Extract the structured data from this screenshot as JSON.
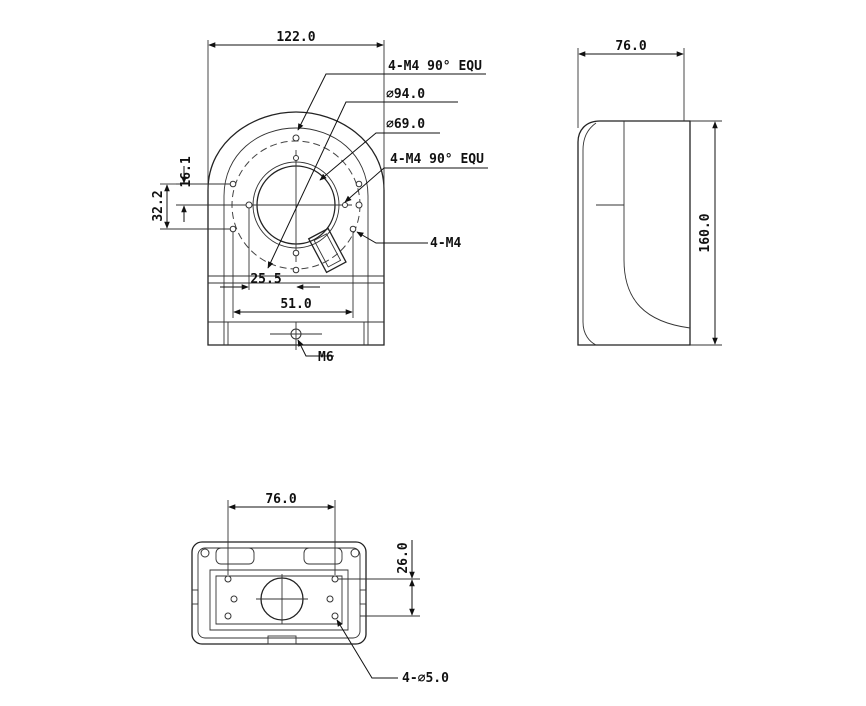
{
  "front_view": {
    "width_dim": "122.0",
    "callout_top_equ": "4-M4 90° EQU",
    "callout_dia94": "∅94.0",
    "callout_dia69": "∅69.0",
    "callout_mid_equ": "4-M4 90° EQU",
    "callout_m4": "4-M4",
    "dim_16_1": "16.1",
    "dim_32_2": "32.2",
    "dim_25_5": "25.5",
    "dim_51_0": "51.0",
    "callout_m6": "M6"
  },
  "side_view": {
    "depth_dim": "76.0",
    "height_dim": "160.0"
  },
  "bottom_view": {
    "hole_spacing_dim": "76.0",
    "offset_dim": "26.0",
    "callout_holes": "4-∅5.0"
  }
}
